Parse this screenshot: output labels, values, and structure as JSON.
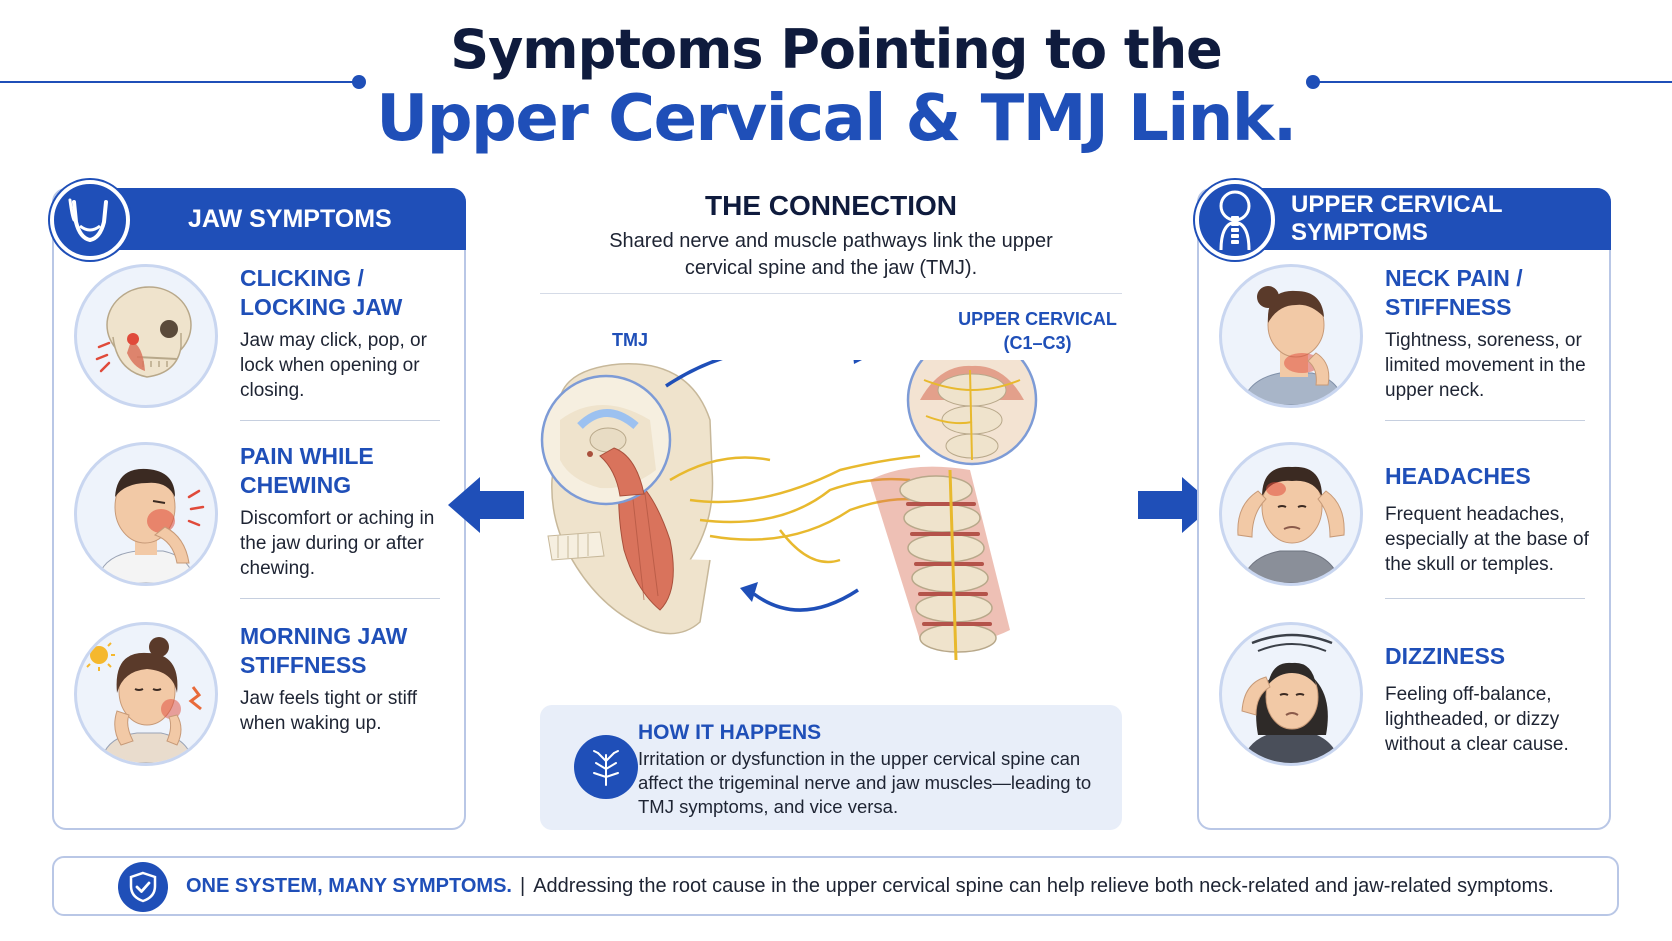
{
  "title": {
    "line1": "Symptoms Pointing to the",
    "line2": "Upper Cervical & TMJ Link."
  },
  "jaw_panel": {
    "header": "JAW SYMPTOMS",
    "icon": "jaw-icon",
    "items": [
      {
        "title_l1": "CLICKING /",
        "title_l2": "LOCKING JAW",
        "desc": "Jaw may click, pop, or lock when opening or closing.",
        "icon": "skull-jaw-illustration"
      },
      {
        "title_l1": "PAIN WHILE",
        "title_l2": "CHEWING",
        "desc": "Discomfort or aching in the jaw during or after chewing.",
        "icon": "man-jaw-pain-illustration"
      },
      {
        "title_l1": "MORNING JAW",
        "title_l2": "STIFFNESS",
        "desc": "Jaw feels tight or stiff when waking up.",
        "icon": "woman-morning-stiffness-illustration"
      }
    ]
  },
  "connection": {
    "title": "THE CONNECTION",
    "subtitle": "Shared nerve and muscle pathways link the upper cervical spine and the jaw (TMJ).",
    "label_tmj": "TMJ",
    "label_uc_l1": "UPPER CERVICAL",
    "label_uc_l2": "(C1–C3)"
  },
  "how": {
    "title": "HOW IT HAPPENS",
    "desc": "Irritation or dysfunction in the upper cervical spine can affect the trigeminal nerve and jaw muscles—leading to TMJ symptoms, and vice versa.",
    "icon": "nerve-icon"
  },
  "cervical_panel": {
    "header": "UPPER CERVICAL SYMPTOMS",
    "icon": "spine-icon",
    "items": [
      {
        "title_l1": "NECK PAIN /",
        "title_l2": "STIFFNESS",
        "desc": "Tightness, soreness, or limited movement in the upper neck.",
        "icon": "woman-neck-pain-illustration"
      },
      {
        "title_l1": "HEADACHES",
        "title_l2": "",
        "desc": "Frequent headaches, especially at the base of the skull or temples.",
        "icon": "man-headache-illustration"
      },
      {
        "title_l1": "DIZZINESS",
        "title_l2": "",
        "desc": "Feeling off-balance, lightheaded, or dizzy without a clear cause.",
        "icon": "woman-dizziness-illustration"
      }
    ]
  },
  "footer": {
    "strong": "ONE SYSTEM, MANY SYMPTOMS.",
    "bar": "|",
    "text": "Addressing the root cause in the upper cervical spine can help relieve both neck-related and jaw-related symptoms.",
    "icon": "shield-check-icon"
  },
  "colors": {
    "brand_blue": "#1f4fb8",
    "navy": "#0f1b3d",
    "border": "#b9c7e6",
    "box_bg": "#e8eef9",
    "muscle": "#d9735c",
    "nerve": "#e8b92e",
    "bone": "#efe3cc"
  }
}
